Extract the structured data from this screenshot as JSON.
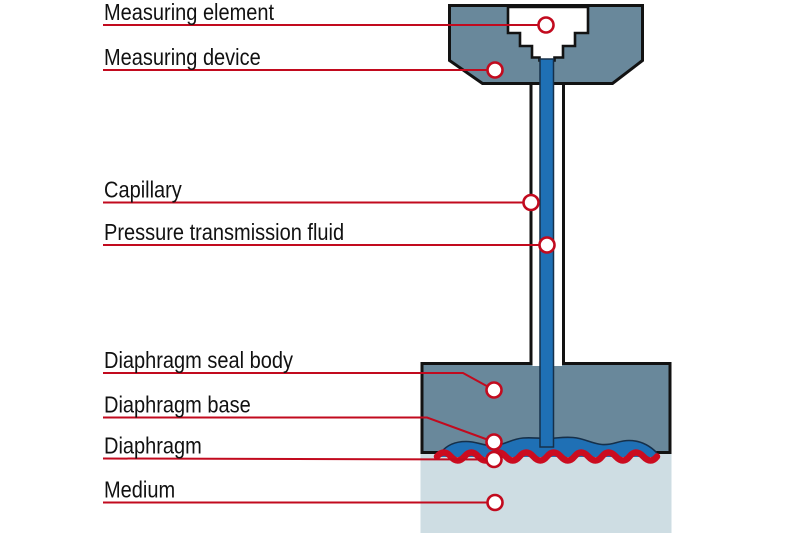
{
  "colors": {
    "body_gray": "#69889b",
    "capillary_blue": "#1f70b5",
    "medium_blue": "#cedde3",
    "annotation_red": "#c20a1e",
    "diaphragm_red": "#cb0c20"
  },
  "diagram": {
    "labels": [
      {
        "id": "measuring-element",
        "text": "Measuring element"
      },
      {
        "id": "measuring-device",
        "text": "Measuring device"
      },
      {
        "id": "capillary",
        "text": "Capillary"
      },
      {
        "id": "pressure-transmission-fluid",
        "text": "Pressure transmission fluid"
      },
      {
        "id": "diaphragm-seal-body",
        "text": "Diaphragm seal body"
      },
      {
        "id": "diaphragm-base",
        "text": "Diaphragm base"
      },
      {
        "id": "diaphragm",
        "text": "Diaphragm"
      },
      {
        "id": "medium",
        "text": "Medium"
      }
    ]
  }
}
